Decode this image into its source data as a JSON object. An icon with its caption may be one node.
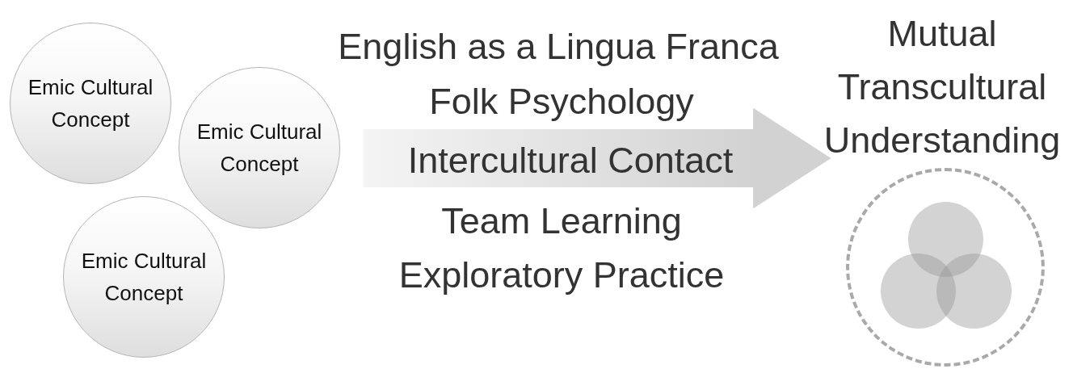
{
  "diagram": {
    "nodes": [
      {
        "text": [
          "Emic Cultural Concept"
        ]
      },
      {
        "text": [
          "Emic Cultural Concept"
        ]
      },
      {
        "text": [
          "Emic Cultural Concept"
        ]
      },
      {
        "text": [
          "Mutual Transcultural Understanding"
        ]
      },
      {
        "text": [],
        "shape": "circle"
      },
      {
        "text": [],
        "shape": "circle",
        "in": 4
      },
      {
        "text": [],
        "shape": "circle",
        "in": 4
      },
      {
        "text": [],
        "shape": "circle",
        "in": 4
      }
    ],
    "edges": [
      {
        "from": null,
        "to": 3,
        "arrow": "to",
        "label": "Intercultural Contact"
      }
    ],
    "labels": [
      "English as a Lingua Franca",
      "Folk Psychology",
      "Team Learning",
      "Exploratory Practice"
    ]
  }
}
